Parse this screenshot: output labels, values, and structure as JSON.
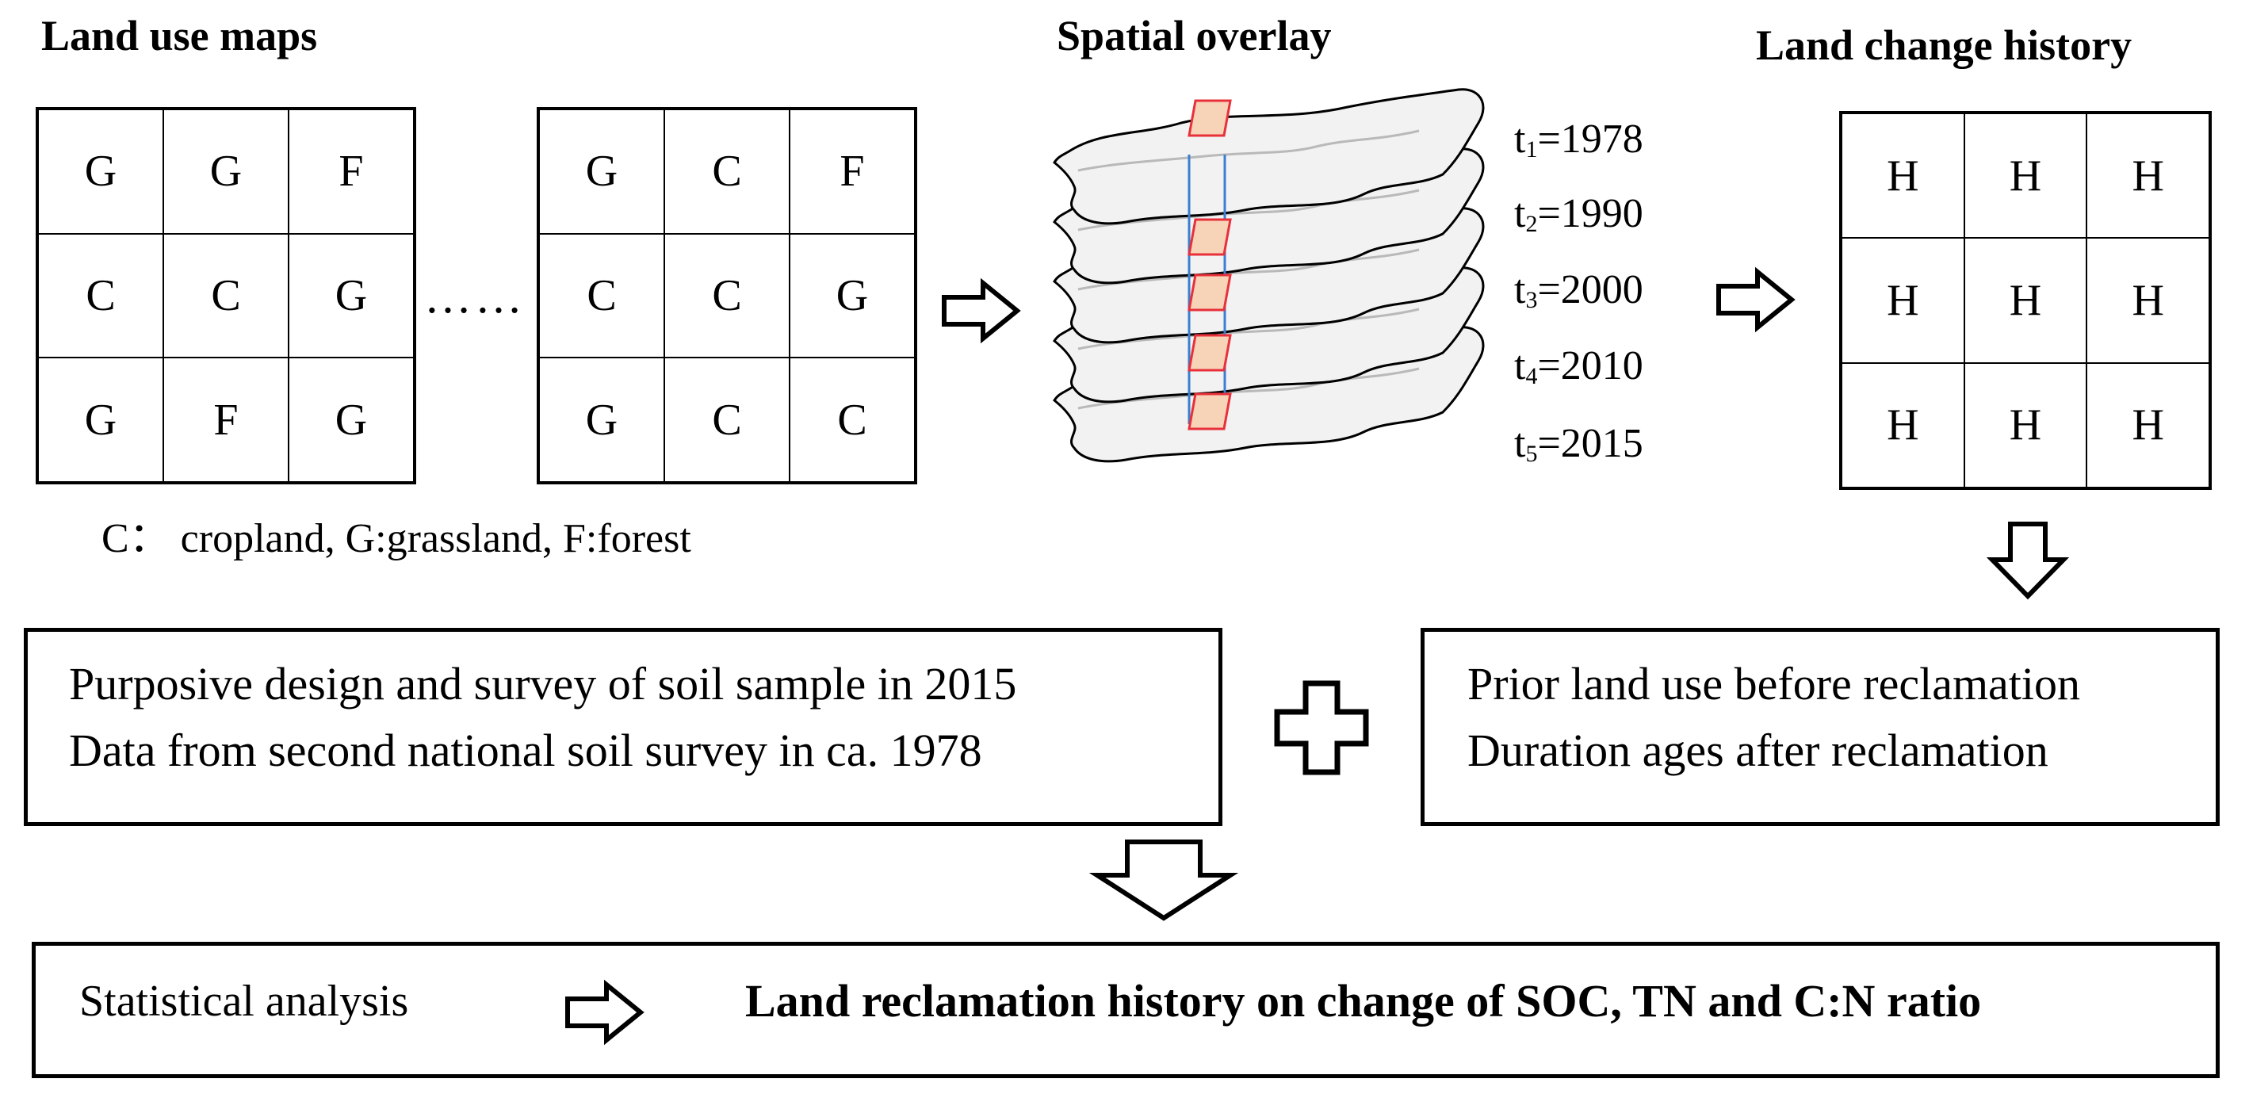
{
  "titles": {
    "land_use_maps": "Land use maps",
    "spatial_overlay": "Spatial overlay",
    "land_change_history": "Land change history"
  },
  "map1": [
    "G",
    "G",
    "F",
    "C",
    "C",
    "G",
    "G",
    "F",
    "G"
  ],
  "map2": [
    "G",
    "C",
    "F",
    "C",
    "C",
    "G",
    "G",
    "C",
    "C"
  ],
  "ellipsis": "……",
  "legend": "C： cropland, G:grassland, F:forest",
  "history_grid": [
    "H",
    "H",
    "H",
    "H",
    "H",
    "H",
    "H",
    "H",
    "H"
  ],
  "time_labels": [
    {
      "sym": "t",
      "sub": "1",
      "val": "=1978"
    },
    {
      "sym": "t",
      "sub": "2",
      "val": "=1990"
    },
    {
      "sym": "t",
      "sub": "3",
      "val": "=2000"
    },
    {
      "sym": "t",
      "sub": "4",
      "val": "=2010"
    },
    {
      "sym": "t",
      "sub": "5",
      "val": "=2015"
    }
  ],
  "survey_box": {
    "line1": "Purposive design and survey of soil sample in 2015",
    "line2": "Data from second national soil survey in ca. 1978"
  },
  "prior_box": {
    "line1": "Prior land use before reclamation",
    "line2": "Duration ages after reclamation"
  },
  "bottom_box": {
    "left": "Statistical analysis",
    "right": "Land reclamation history on change of SOC, TN and C:N ratio"
  },
  "colors": {
    "patch_fill": "#f7d3b8",
    "patch_stroke": "#e8303a",
    "column_line": "#3a7fd0",
    "layer_fill": "#f2f2f2",
    "boundary_line": "#b9b9b9"
  }
}
